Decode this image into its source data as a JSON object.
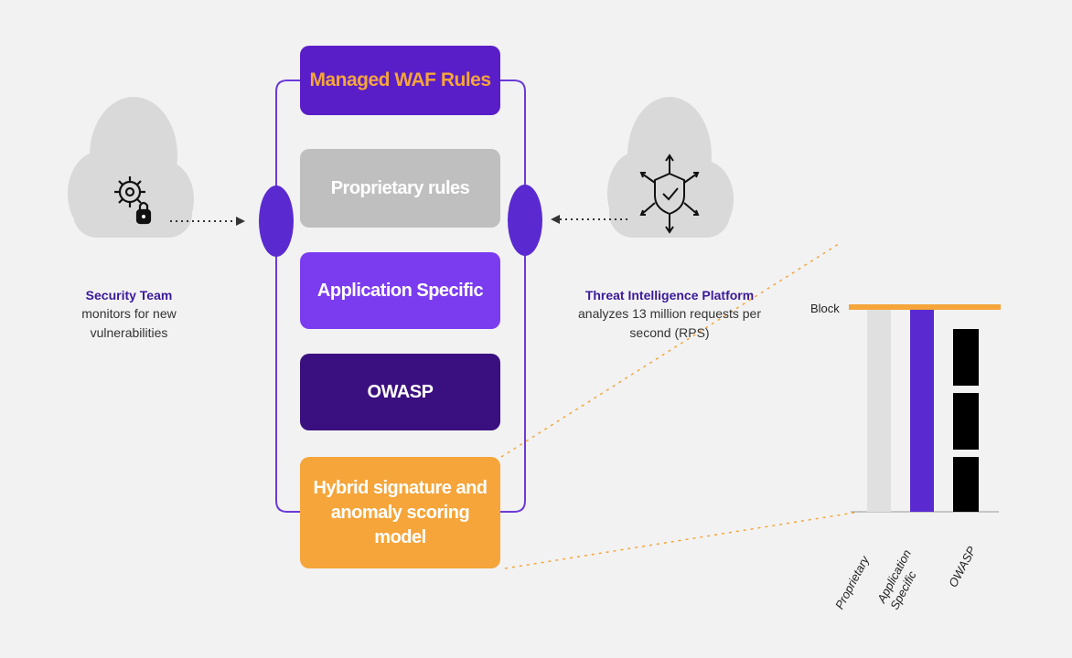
{
  "waf": {
    "title": "Managed WAF Rules",
    "rules": {
      "proprietary": "Proprietary rules",
      "application_specific": "Application Specific",
      "owasp": "OWASP",
      "hybrid": "Hybrid signature and anomaly scoring model"
    }
  },
  "security_team": {
    "title": "Security Team",
    "description": "monitors for new vulnerabilities",
    "icon": "gear-lock-icon"
  },
  "threat_platform": {
    "title": "Threat Intelligence Platform",
    "description": "analyzes 13 million requests per second (RPS)",
    "icon": "network-shield-icon"
  },
  "chart": {
    "threshold_label": "Block",
    "bars": [
      {
        "label": "Proprietary",
        "color": "#e0e0e0"
      },
      {
        "label": "Application Specific",
        "color": "#5a2ad0"
      },
      {
        "label": "OWASP",
        "color": "#000000"
      }
    ]
  },
  "colors": {
    "purple": "#5a1ec8",
    "orange": "#f5a53a",
    "gray": "#bfbfbf",
    "dark_purple": "#3a0f7f"
  }
}
